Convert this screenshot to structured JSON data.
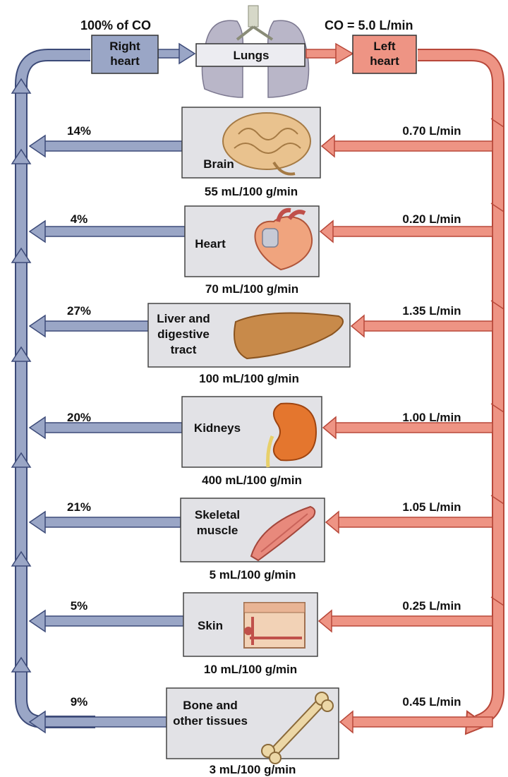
{
  "header": {
    "co_percent": "100% of CO",
    "co_total": "CO = 5.0 L/min",
    "right_heart": [
      "Right",
      "heart"
    ],
    "lungs": "Lungs",
    "left_heart": [
      "Left",
      "heart"
    ]
  },
  "colors": {
    "venous": "#9aa6c6",
    "venous_stroke": "#3c4a78",
    "arterial": "#ee9484",
    "arterial_stroke": "#b8483a",
    "box_fill": "#e2e2e6",
    "box_stroke": "#444444",
    "heart_box_blue": "#9aa6c6",
    "heart_box_red": "#ee9484"
  },
  "organs": [
    {
      "name_lines": [
        "Brain"
      ],
      "icon": "brain-icon",
      "percent": "14%",
      "flow": "0.70 L/min",
      "perfusion": "55 mL/100 g/min"
    },
    {
      "name_lines": [
        "Heart"
      ],
      "icon": "heart-icon",
      "percent": "4%",
      "flow": "0.20 L/min",
      "perfusion": "70 mL/100 g/min"
    },
    {
      "name_lines": [
        "Liver and",
        "digestive",
        "tract"
      ],
      "icon": "liver-icon",
      "percent": "27%",
      "flow": "1.35 L/min",
      "perfusion": "100 mL/100 g/min"
    },
    {
      "name_lines": [
        "Kidneys"
      ],
      "icon": "kidney-icon",
      "percent": "20%",
      "flow": "1.00 L/min",
      "perfusion": "400 mL/100 g/min"
    },
    {
      "name_lines": [
        "Skeletal",
        "muscle"
      ],
      "icon": "muscle-icon",
      "percent": "21%",
      "flow": "1.05 L/min",
      "perfusion": "5 mL/100 g/min"
    },
    {
      "name_lines": [
        "Skin"
      ],
      "icon": "skin-icon",
      "percent": "5%",
      "flow": "0.25 L/min",
      "perfusion": "10 mL/100 g/min"
    },
    {
      "name_lines": [
        "Bone and",
        "other tissues"
      ],
      "icon": "bone-icon",
      "percent": "9%",
      "flow": "0.45 L/min",
      "perfusion": "3 mL/100 g/min"
    }
  ]
}
